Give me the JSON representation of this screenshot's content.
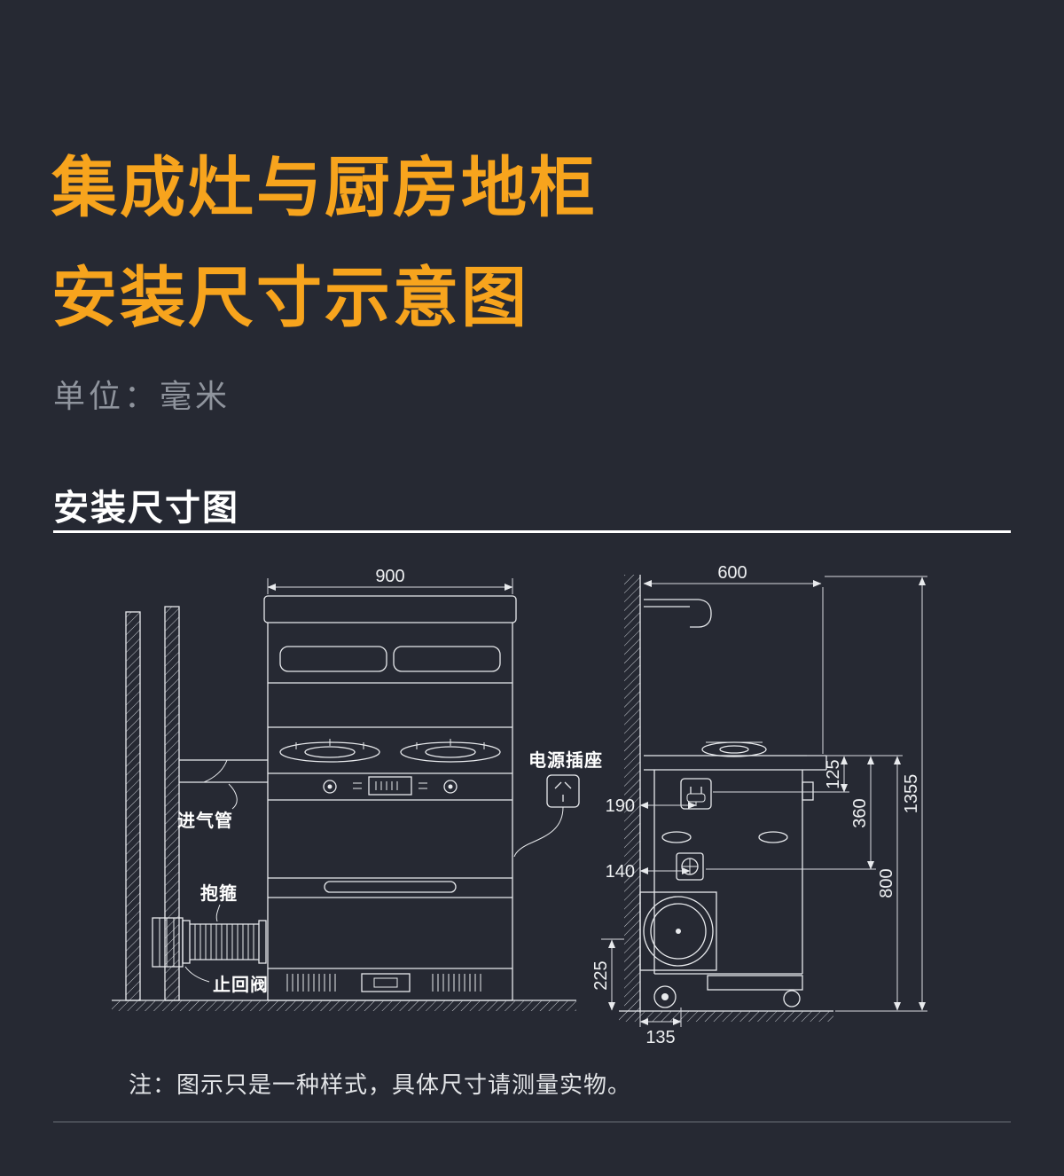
{
  "page": {
    "background": "#262933",
    "accent": "#F7A41D",
    "line_color": "#E8EAED"
  },
  "header": {
    "title_line1": "集成灶与厨房地柜",
    "title_line2": "安装尺寸示意图",
    "unit": "单位：毫米"
  },
  "section": {
    "heading": "安装尺寸图"
  },
  "diagram": {
    "labels": {
      "intake_pipe": "进气管",
      "clamp": "抱箍",
      "check_valve": "止回阀",
      "power_socket": "电源插座"
    },
    "dimensions": {
      "front_width": "900",
      "side_depth": "600",
      "socket_drop": "125",
      "valve_drop": "360",
      "counter_height": "800",
      "total_height": "1355",
      "socket_from_wall": "190",
      "valve_from_wall": "140",
      "outlet_bottom": "225",
      "caster_from_wall": "135"
    }
  },
  "note": "注：图示只是一种样式，具体尺寸请测量实物。"
}
